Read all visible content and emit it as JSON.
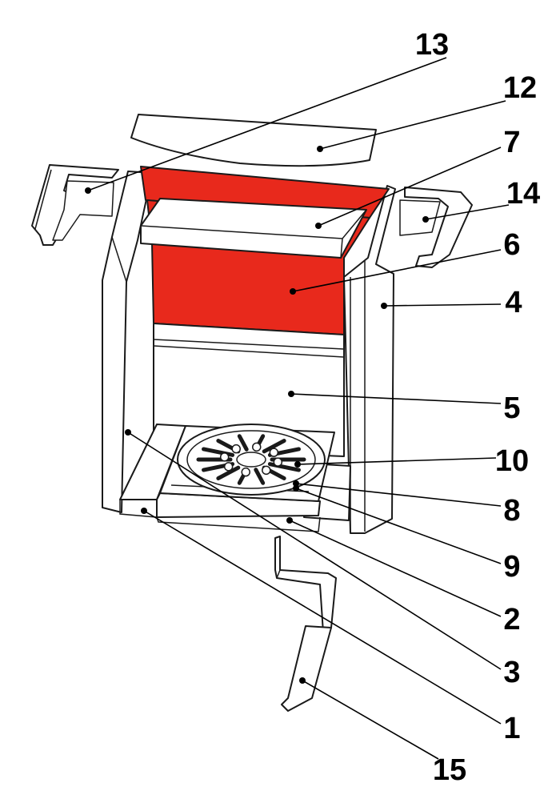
{
  "colors": {
    "highlight": "#e8291c",
    "outline": "#1a1a1a",
    "background": "#ffffff"
  },
  "callouts": [
    {
      "id": "13",
      "label": "13"
    },
    {
      "id": "12",
      "label": "12"
    },
    {
      "id": "7",
      "label": "7"
    },
    {
      "id": "14",
      "label": "14"
    },
    {
      "id": "6",
      "label": "6"
    },
    {
      "id": "4",
      "label": "4"
    },
    {
      "id": "5",
      "label": "5"
    },
    {
      "id": "10",
      "label": "10"
    },
    {
      "id": "8",
      "label": "8"
    },
    {
      "id": "9",
      "label": "9"
    },
    {
      "id": "2",
      "label": "2"
    },
    {
      "id": "3",
      "label": "3"
    },
    {
      "id": "1",
      "label": "1"
    },
    {
      "id": "15",
      "label": "15"
    }
  ]
}
